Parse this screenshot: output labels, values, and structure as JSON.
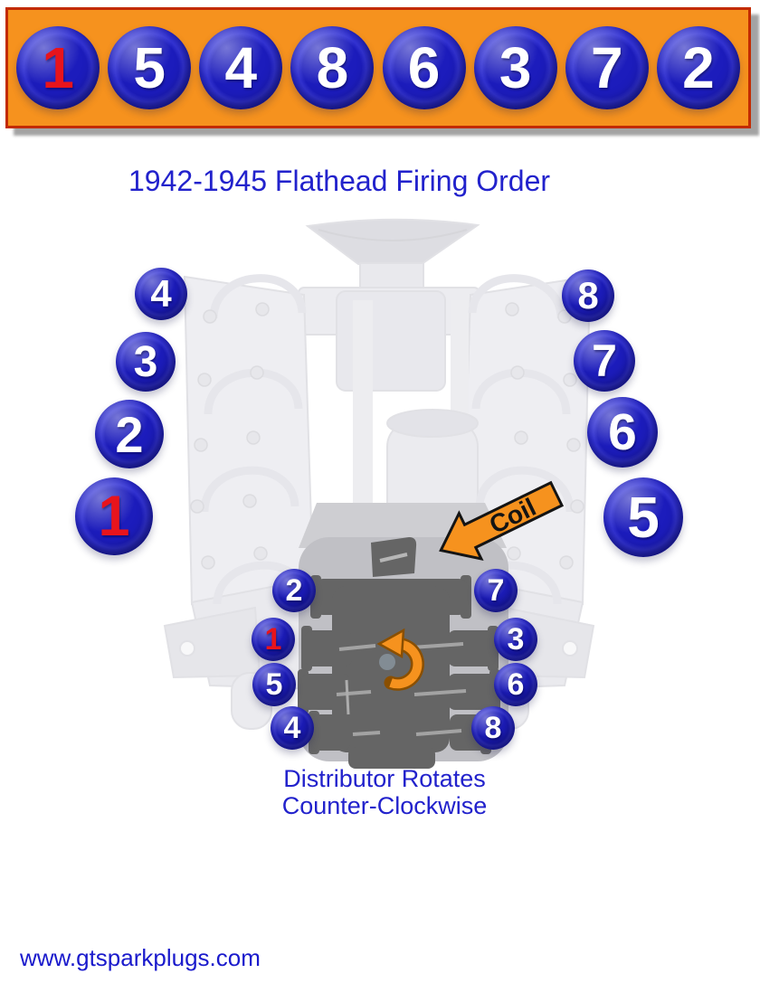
{
  "title": "1942-1945 Flathead Firing Order",
  "banner": {
    "firing_order": [
      "1",
      "5",
      "4",
      "8",
      "6",
      "3",
      "7",
      "2"
    ]
  },
  "engine": {
    "left_bank": [
      "4",
      "3",
      "2",
      "1"
    ],
    "right_bank": [
      "8",
      "7",
      "6",
      "5"
    ]
  },
  "coil": {
    "label": "Coil"
  },
  "distributor": {
    "left_terminals": [
      "2",
      "1",
      "5",
      "4"
    ],
    "right_terminals": [
      "7",
      "3",
      "6",
      "8"
    ],
    "note_line1": "Distributor Rotates",
    "note_line2": "Counter-Clockwise"
  },
  "footer": {
    "website": "www.gtsparkplugs.com"
  },
  "colors": {
    "banner_orange": "#F6921E",
    "banner_border_red": "#C22B00",
    "circle_blue": "#2222CC",
    "number_red": "#E8141C",
    "text_blue": "#2222CC",
    "arrow_orange": "#F6921E",
    "distributor_gray": "#656565"
  }
}
